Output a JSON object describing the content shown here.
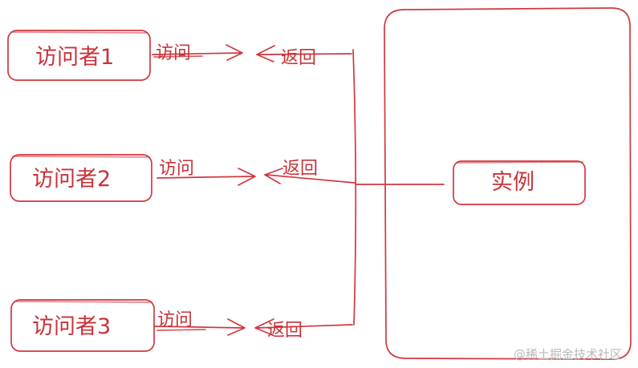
{
  "nodes": {
    "visitor1": "访问者1",
    "visitor2": "访问者2",
    "visitor3": "访问者3",
    "instance": "实例"
  },
  "edges": {
    "request_label": "访问",
    "return_label": "返回"
  },
  "watermark": "@稀土掘金技术社区",
  "colors": {
    "stroke": "#d0383f",
    "text": "#c8323a",
    "watermark": "#b9b9b9",
    "background": "#ffffff"
  }
}
